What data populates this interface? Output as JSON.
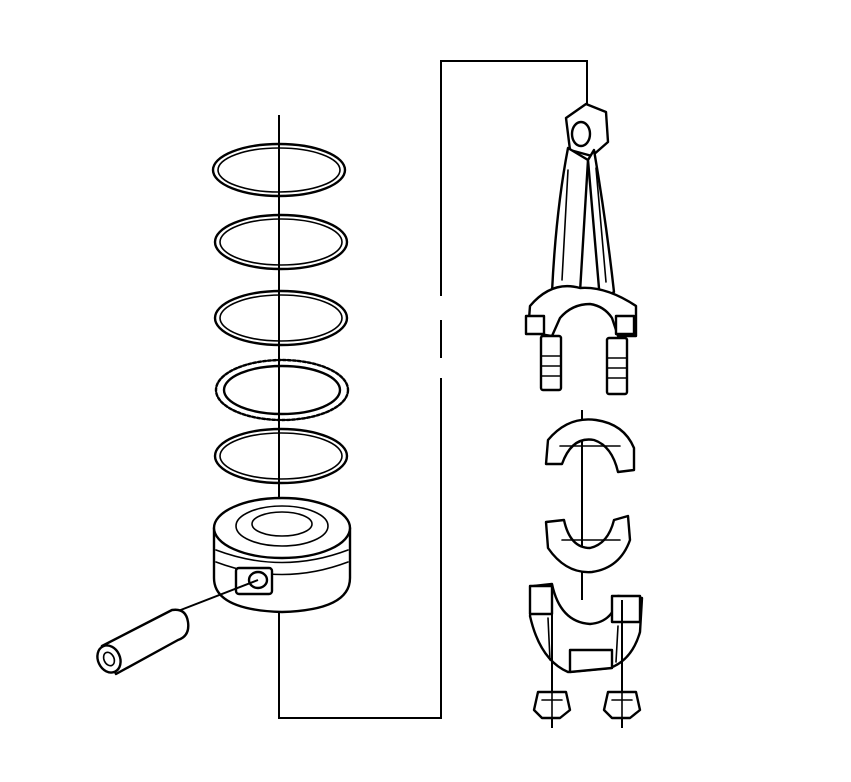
{
  "diagram": {
    "parts": [
      {
        "id": "compression-ring-top",
        "icon": "ring"
      },
      {
        "id": "compression-ring-second",
        "icon": "ring"
      },
      {
        "id": "oil-ring-rail-upper",
        "icon": "ring"
      },
      {
        "id": "oil-ring-expander",
        "icon": "wavy-ring"
      },
      {
        "id": "oil-ring-rail-lower",
        "icon": "ring"
      },
      {
        "id": "piston",
        "icon": "piston"
      },
      {
        "id": "piston-pin",
        "icon": "pin"
      },
      {
        "id": "connecting-rod",
        "icon": "con-rod"
      },
      {
        "id": "bearing-upper",
        "icon": "bearing-shell"
      },
      {
        "id": "bearing-lower",
        "icon": "bearing-shell"
      },
      {
        "id": "rod-cap",
        "icon": "rod-cap"
      },
      {
        "id": "rod-nut-left",
        "icon": "nut"
      },
      {
        "id": "rod-nut-right",
        "icon": "nut"
      }
    ],
    "colors": {
      "ink": "#000000",
      "background": "#ffffff"
    }
  }
}
